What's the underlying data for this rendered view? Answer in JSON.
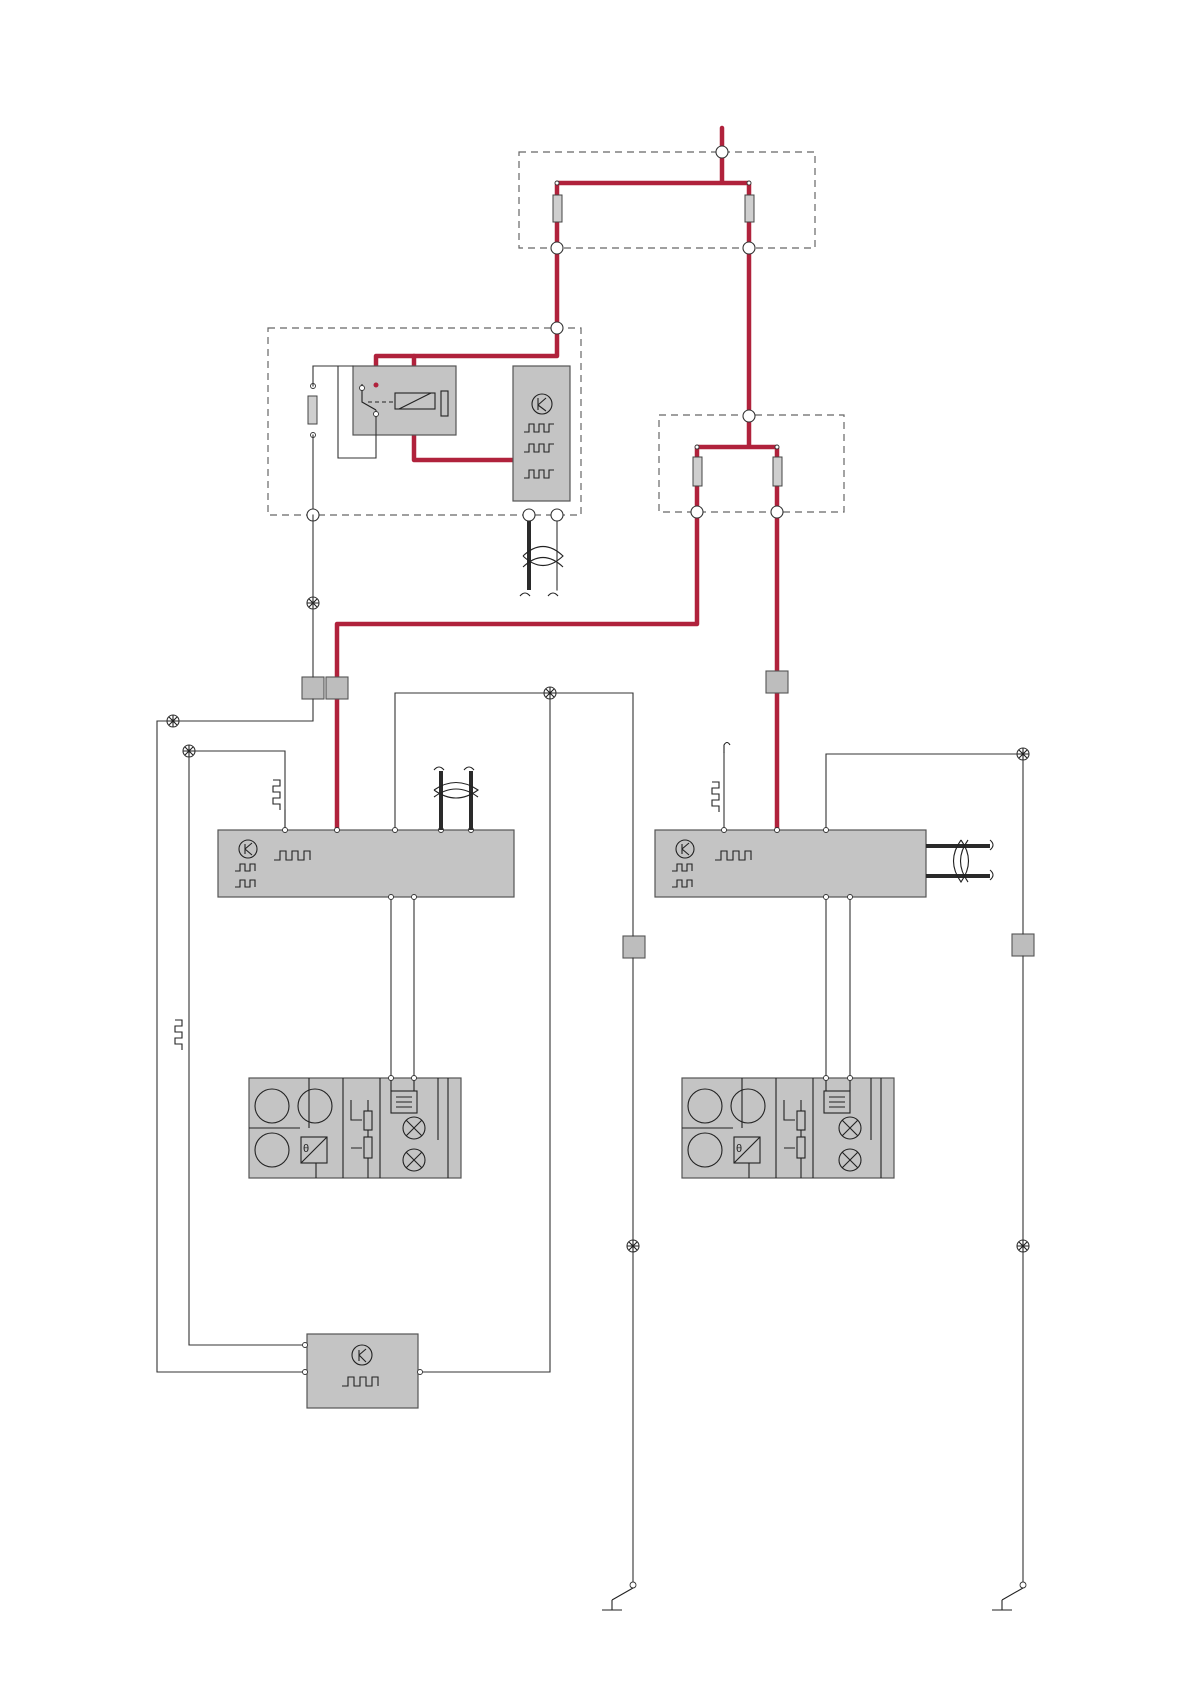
{
  "diagram": {
    "type": "wiring-schematic",
    "labels_printed": false,
    "colors": {
      "power_wire": "#b0223c",
      "signal_wire": "#333333",
      "can_bus_wire": "#2a2a2a",
      "module_fill": "#c4c4c4",
      "group_outline": "#666666"
    },
    "legend_symbols": [
      "control-unit-icon",
      "pulse-signal-icon",
      "twisted-pair-icon",
      "splice-icon",
      "ground-icon",
      "fuse-icon",
      "relay-icon",
      "lamp-icon",
      "heater-element-icon",
      "temperature-sensor-icon",
      "potentiometer-icon",
      "motor-icon"
    ],
    "components": [
      {
        "name": "main-fuse-box",
        "kind": "fuse-group",
        "fuse_count": 2
      },
      {
        "name": "relay-fuse-box",
        "kind": "relay-and-control-unit",
        "contains": [
          "relay",
          "fuse",
          "control-unit"
        ]
      },
      {
        "name": "right-fuse-box",
        "kind": "fuse-group",
        "fuse_count": 2
      },
      {
        "name": "left-control-module",
        "kind": "control-unit"
      },
      {
        "name": "right-control-module",
        "kind": "control-unit"
      },
      {
        "name": "left-actuator-unit",
        "kind": "actuator-pack",
        "contains": [
          "motor",
          "motor",
          "motor",
          "temperature-sensor",
          "potentiometer",
          "potentiometer",
          "heater-element",
          "lamp",
          "lamp"
        ]
      },
      {
        "name": "right-actuator-unit",
        "kind": "actuator-pack",
        "contains": [
          "motor",
          "motor",
          "motor",
          "temperature-sensor",
          "potentiometer",
          "potentiometer",
          "heater-element",
          "lamp",
          "lamp"
        ]
      },
      {
        "name": "lower-control-module",
        "kind": "control-unit"
      },
      {
        "name": "left-ground",
        "kind": "ground"
      },
      {
        "name": "right-ground",
        "kind": "ground"
      }
    ]
  }
}
